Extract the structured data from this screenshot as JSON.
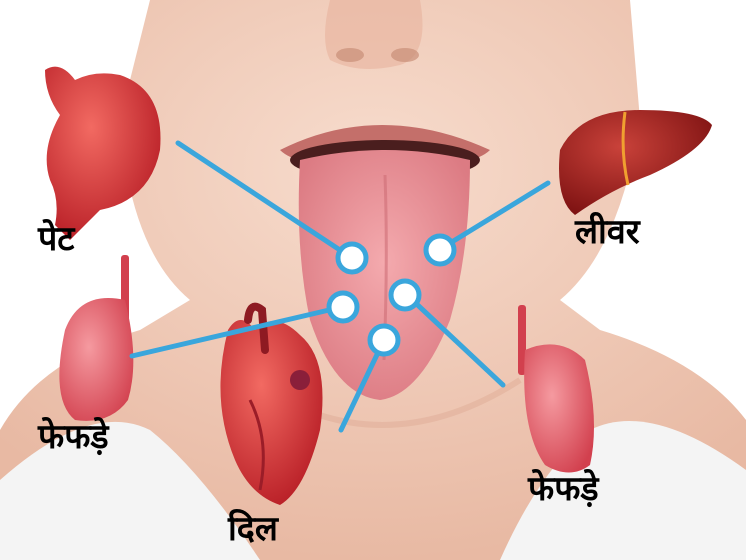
{
  "labels": {
    "stomach": "पेट",
    "liver": "लीवर",
    "lung_left": "फेफड़े",
    "lung_right": "फेफड़े",
    "heart": "दिल"
  },
  "colors": {
    "line": "#3aa6dc",
    "skin": "#f0c8b4",
    "tongue": "#e88e94",
    "organ_red": "#d8323a",
    "liver": "#a52020",
    "lung": "#e05060"
  }
}
